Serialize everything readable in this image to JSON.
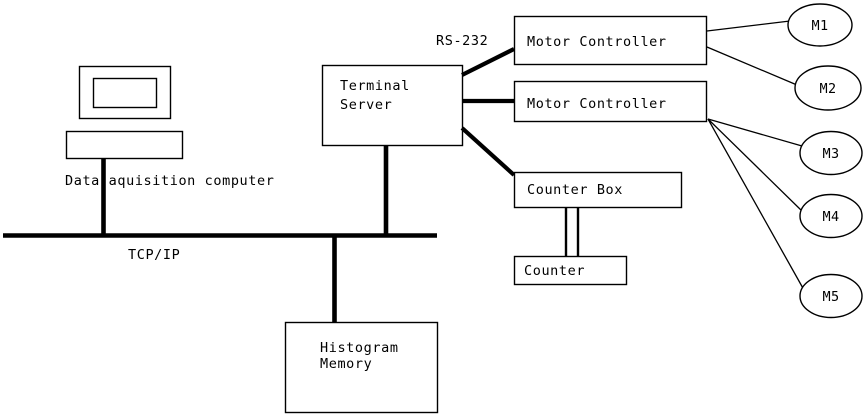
{
  "diagram": {
    "title": "Data acquisition system block diagram",
    "background_color": "#ffffff",
    "line_color": "#000000",
    "nodes": {
      "workstation": {
        "label": "Data aquisition computer",
        "kind": "computer-workstation"
      },
      "terminal_server": {
        "line1": "Terminal",
        "line2": "Server"
      },
      "motor_controller_1": {
        "label": "Motor Controller"
      },
      "motor_controller_2": {
        "label": "Motor Controller"
      },
      "counter_box": {
        "label": "Counter Box"
      },
      "counter": {
        "label": "Counter"
      },
      "histogram_memory": {
        "line1": "Histogram",
        "line2": "Memory"
      },
      "motors": [
        {
          "label": "M1"
        },
        {
          "label": "M2"
        },
        {
          "label": "M3"
        },
        {
          "label": "M4"
        },
        {
          "label": "M5"
        }
      ]
    },
    "links": {
      "network_bus_label": "TCP/IP",
      "serial_label": "RS-232"
    }
  }
}
